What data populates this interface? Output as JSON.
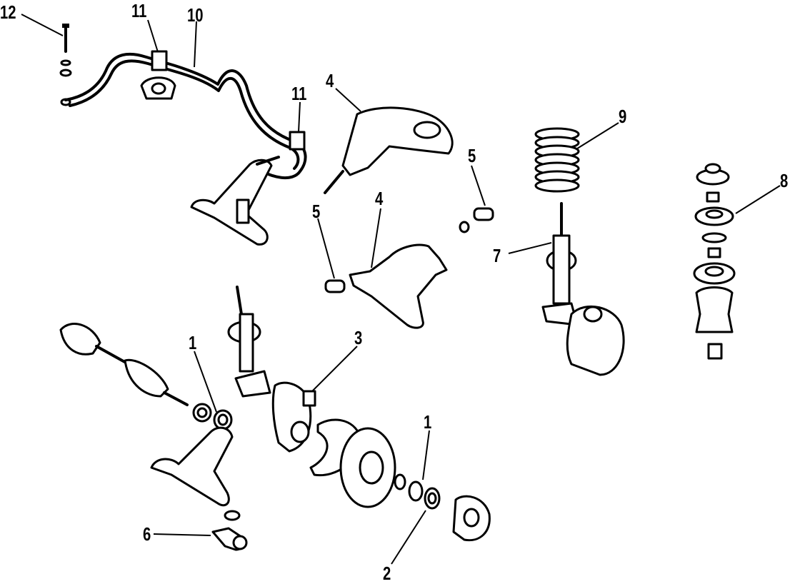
{
  "diagram": {
    "colors": {
      "ink": "#000000",
      "background": "#ffffff"
    },
    "callouts": [
      {
        "id": "c12a",
        "text": "12"
      },
      {
        "id": "c11a",
        "text": "11"
      },
      {
        "id": "c10",
        "text": "10"
      },
      {
        "id": "c11b",
        "text": "11"
      },
      {
        "id": "c4a",
        "text": "4"
      },
      {
        "id": "c9",
        "text": "9"
      },
      {
        "id": "c5a",
        "text": "5"
      },
      {
        "id": "c5b",
        "text": "5"
      },
      {
        "id": "c4b",
        "text": "4"
      },
      {
        "id": "c8",
        "text": "8"
      },
      {
        "id": "c7",
        "text": "7"
      },
      {
        "id": "c3",
        "text": "3"
      },
      {
        "id": "c1a",
        "text": "1"
      },
      {
        "id": "c1b",
        "text": "1"
      },
      {
        "id": "c6",
        "text": "6"
      },
      {
        "id": "c2",
        "text": "2"
      }
    ]
  }
}
